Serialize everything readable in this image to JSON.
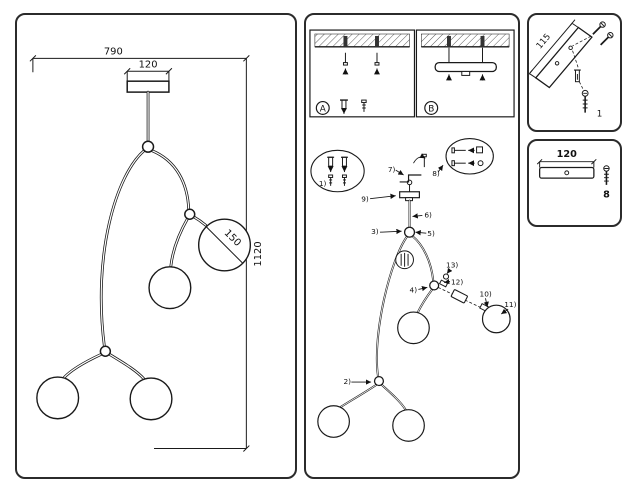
{
  "left": {
    "dim_width": "790",
    "dim_canopy": "120",
    "dim_height": "1120",
    "dim_ball": "150"
  },
  "middle": {
    "label_a": "A",
    "label_b": "B",
    "steps": [
      "1)",
      "2)",
      "3)",
      "4)",
      "5)",
      "6)",
      "7)",
      "8)",
      "9)",
      "10)",
      "11)",
      "12)",
      "13)"
    ]
  },
  "top_right": {
    "dim": "115",
    "part": "1"
  },
  "bottom_right": {
    "dim": "120",
    "part": "8"
  },
  "colors": {
    "line": "#1a1a1a",
    "background": "#ffffff"
  }
}
